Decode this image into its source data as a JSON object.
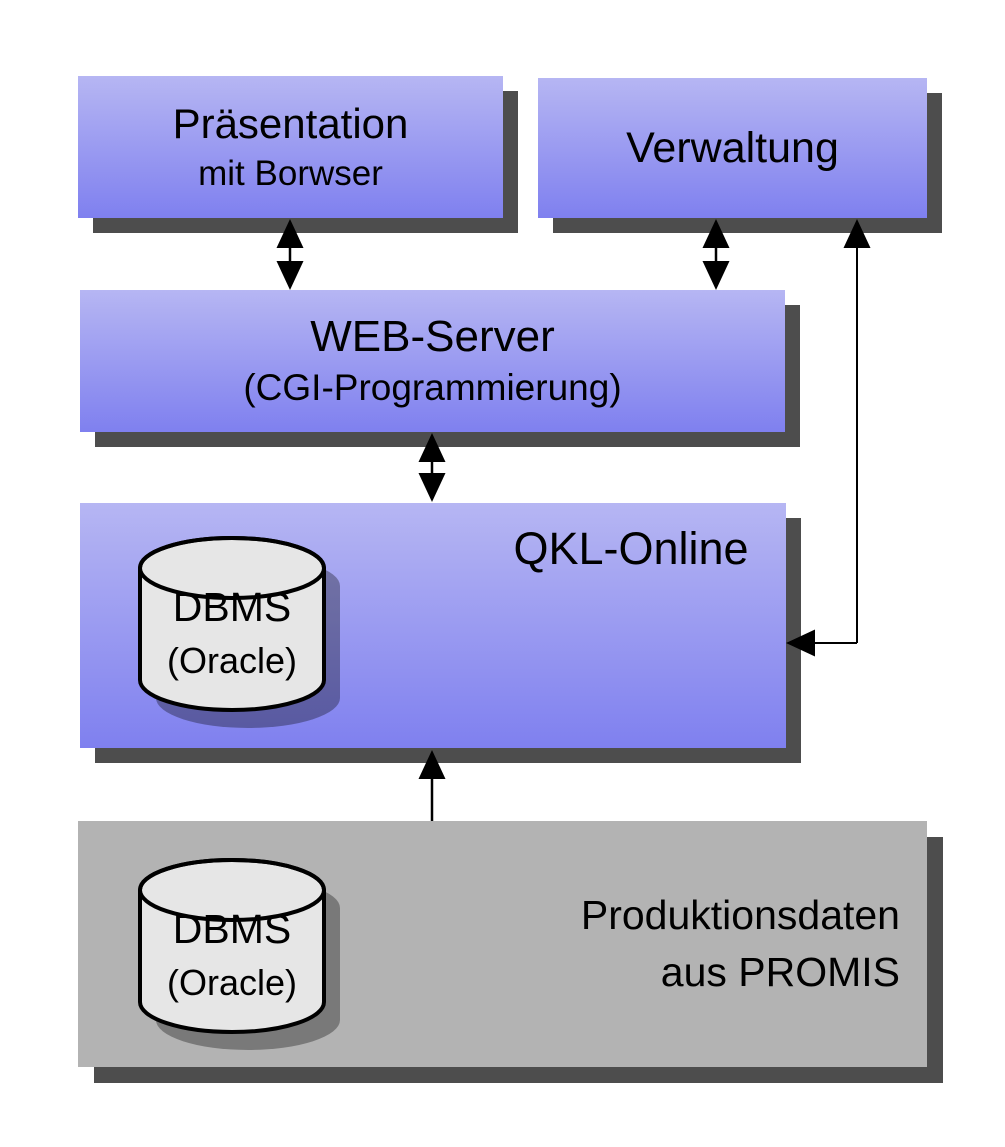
{
  "diagram": {
    "boxes": {
      "praesentation": {
        "title": "Präsentation",
        "subtitle": "mit Borwser"
      },
      "verwaltung": {
        "title": "Verwaltung"
      },
      "webserver": {
        "title": "WEB-Server",
        "subtitle": "(CGI-Programmierung)"
      },
      "qkl": {
        "title": "QKL-Online"
      },
      "produktion": {
        "line1": "Produktionsdaten",
        "line2": "aus PROMIS"
      }
    },
    "cylinders": {
      "qkl_dbms": {
        "label": "DBMS",
        "sublabel": "(Oracle)"
      },
      "promis_dbms": {
        "label": "DBMS",
        "sublabel": "(Oracle)"
      }
    },
    "connections": [
      {
        "from": "praesentation",
        "to": "webserver",
        "style": "double-arrow"
      },
      {
        "from": "verwaltung",
        "to": "webserver",
        "style": "double-arrow"
      },
      {
        "from": "webserver",
        "to": "qkl",
        "style": "double-arrow"
      },
      {
        "from": "produktion",
        "to": "qkl",
        "style": "single-arrow"
      },
      {
        "from": "qkl",
        "to": "verwaltung",
        "style": "bent-double-arrow"
      }
    ],
    "colors": {
      "box_gradient_top": "#b6b6f3",
      "box_gradient_bottom": "#7f80ef",
      "gray_box": "#b3b3b3",
      "shadow": "#4d4d4d",
      "cylinder_fill": "#e6e6e6",
      "background": "#ffffff",
      "line": "#000000"
    }
  }
}
